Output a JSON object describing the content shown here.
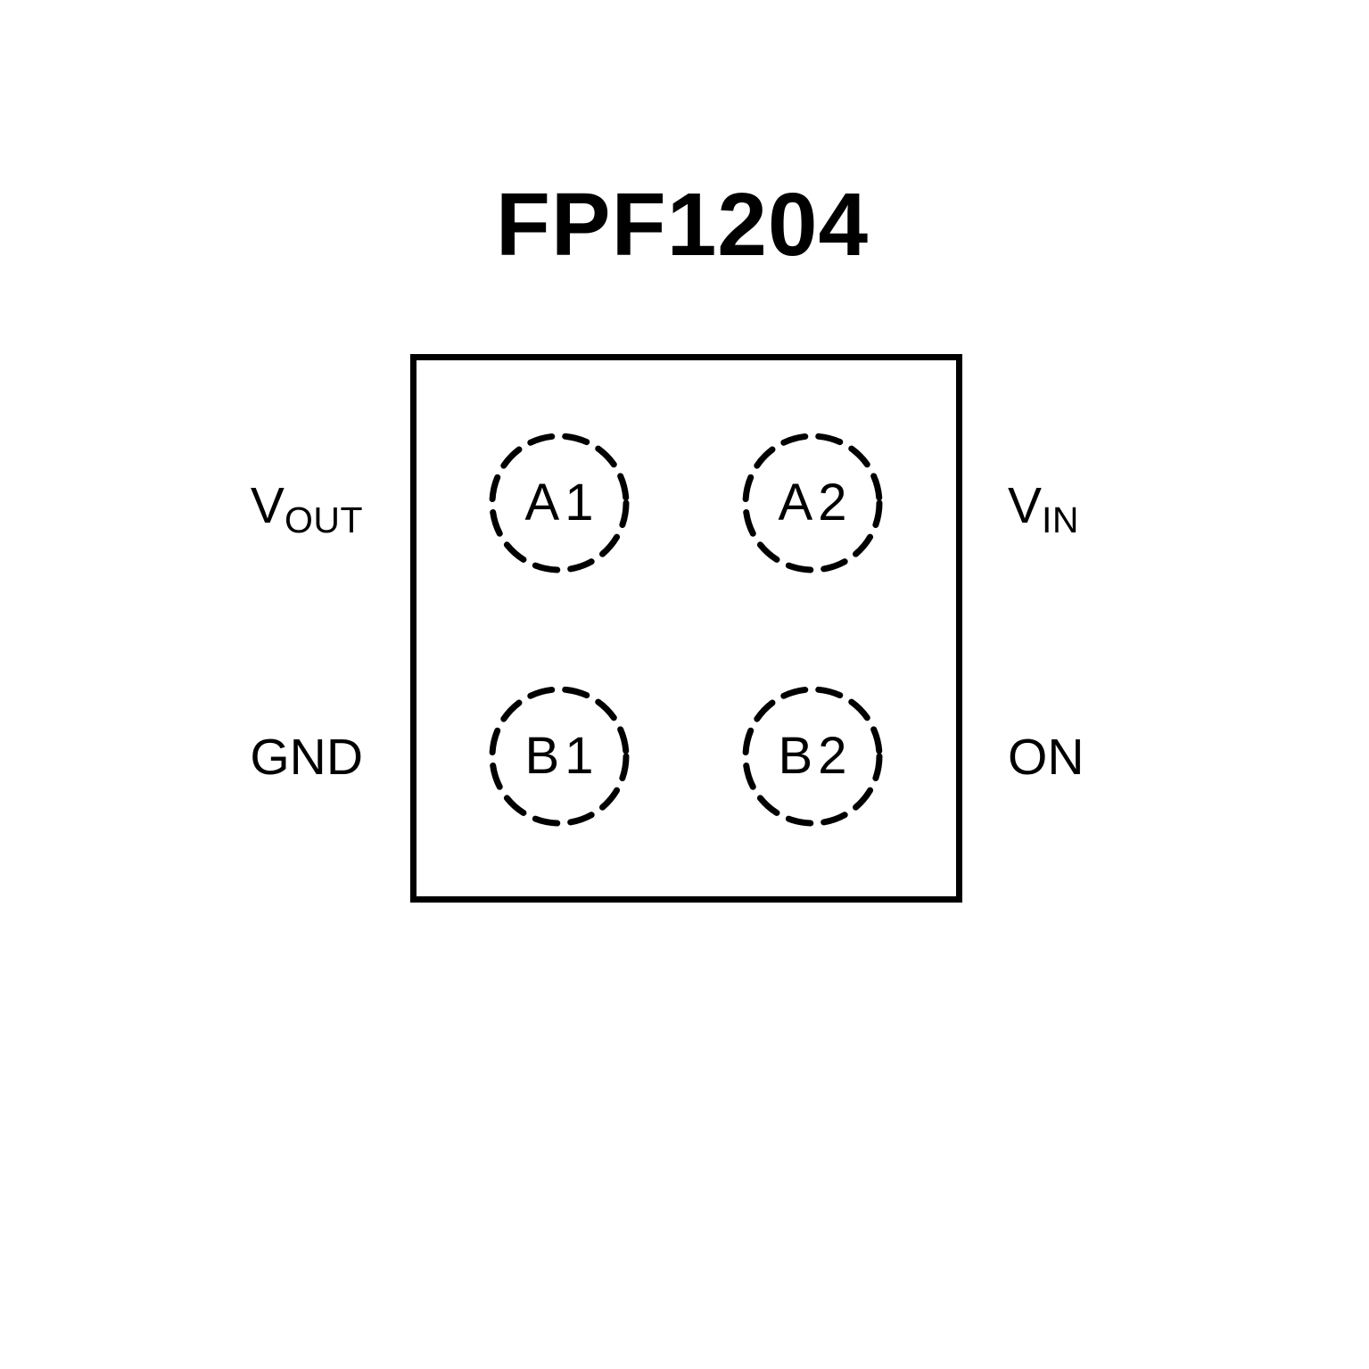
{
  "title": "FPF1204",
  "diagram": {
    "pins": [
      {
        "id": "A1"
      },
      {
        "id": "A2"
      },
      {
        "id": "B1"
      },
      {
        "id": "B2"
      }
    ],
    "labels": {
      "left": [
        {
          "main": "V",
          "sub": "OUT"
        },
        {
          "main": "GND",
          "sub": ""
        }
      ],
      "right": [
        {
          "main": "V",
          "sub": "IN"
        },
        {
          "main": "ON",
          "sub": ""
        }
      ]
    },
    "colors": {
      "line": "#000000",
      "text": "#000000",
      "background": "#ffffff"
    }
  }
}
